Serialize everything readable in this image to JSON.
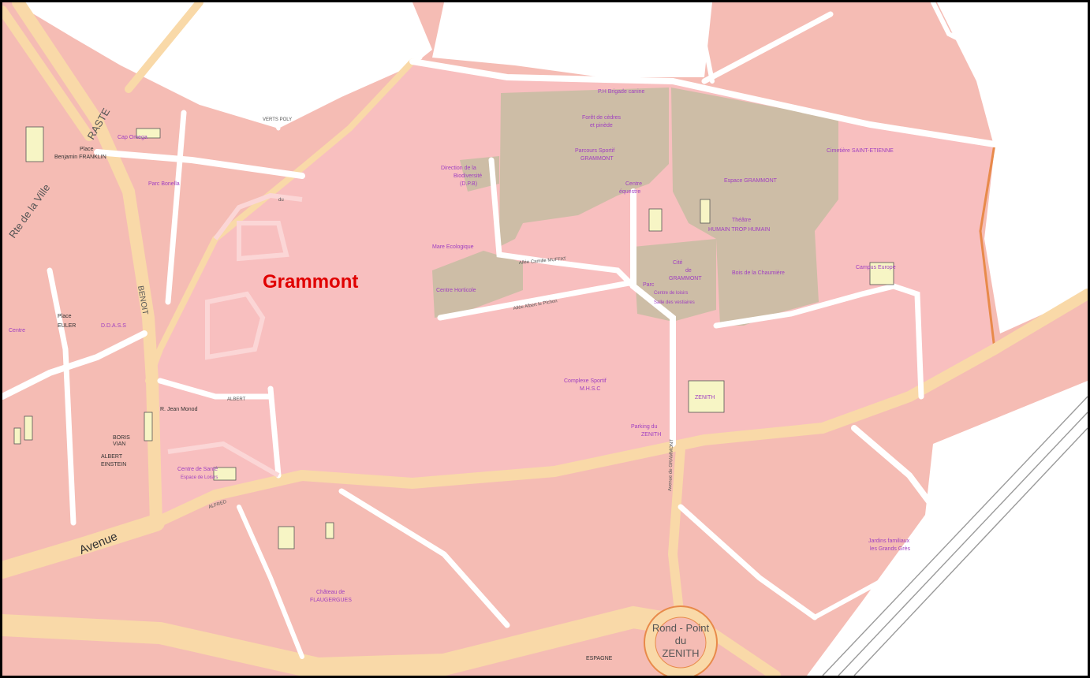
{
  "map": {
    "colors": {
      "district_fill": "#f8bfbf",
      "land_fill": "#f5bcb4",
      "park_fill": "#cdbda6",
      "road_fill": "#fff",
      "main_road_fill": "#f9d9a8",
      "boundary": "#e88a4a",
      "building": "#f7f5c5",
      "label_red": "#e00000",
      "poi_text": "#a040c0"
    },
    "district_label": "Grammont",
    "roundabout": {
      "line1": "Rond - Point",
      "line2": "du",
      "line3": "ZENITH"
    },
    "poi_labels": [
      "P.H Brigade canine",
      "Forêt de cèdres",
      "et pinède",
      "Parcours Sportif",
      "GRAMMONT",
      "Direction de la",
      "Biodiversité",
      "(D.P.B)",
      "Centre",
      "équestre",
      "Espace GRAMMONT",
      "Cimetière SAINT-ETIENNE",
      "Théâtre",
      "HUMAIN TROP HUMAIN",
      "Mare Ecologique",
      "Centre Horticole",
      "Bois de la Chaumière",
      "Parc",
      "Centre de loisirs",
      "Cité",
      "de",
      "GRAMMONT",
      "Complexe Sportif",
      "M.H.S.C",
      "ZENITH",
      "Parking du",
      "ZENITH",
      "Jardins familiaux",
      "les Grands Grès",
      "Château de",
      "FLAUGERGUES",
      "Centre de Santé",
      "D.D.A.S.S",
      "Parc Bonella",
      "Cap Omega",
      "Centre",
      "Campus Europe",
      "Espace de Loisirs",
      "Salle des vestiaires"
    ],
    "place_labels": [
      "Place",
      "EULER",
      "Place",
      "Benjamin FRANKLIN",
      "R. Jean Monod",
      "ALBERT",
      "EINSTEIN",
      "BORIS",
      "VIAN",
      "ESPAGNE"
    ],
    "street_labels": [
      "Avenue",
      "Rte de la Ville",
      "RASTE",
      "BENOIT",
      "ALFRED",
      "Allée Camille MUFFAT",
      "Allée Albert le Pichon",
      "Avenue de GRAMMONT",
      "VERTS POLY",
      "du",
      "ALBERT"
    ]
  }
}
